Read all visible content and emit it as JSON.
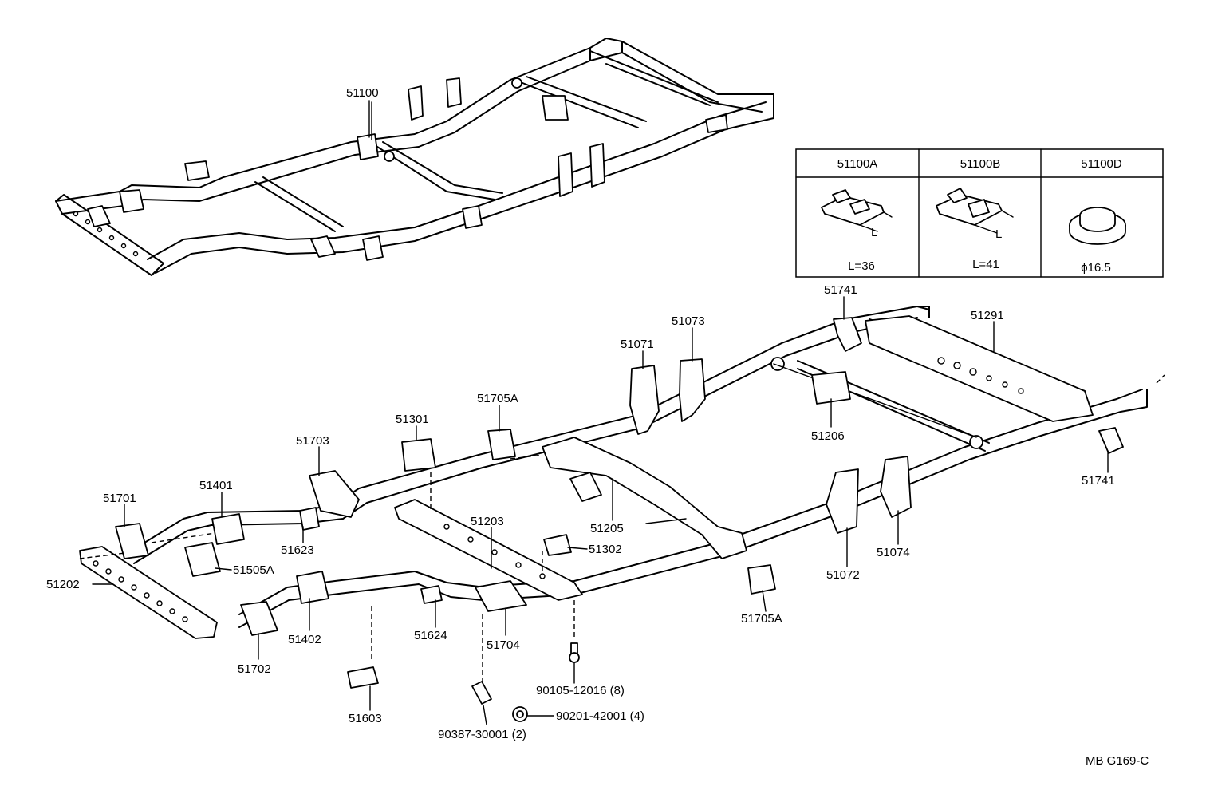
{
  "legend_table": {
    "headers": [
      "51100A",
      "51100B",
      "51100D"
    ],
    "values": [
      "L=36",
      "L=41",
      "ϕ16.5"
    ],
    "dim_a": "L",
    "dim_b": "L"
  },
  "labels": {
    "p51100": "51100",
    "p51741a": "51741",
    "p51291": "51291",
    "p51073": "51073",
    "p51071": "51071",
    "p51705a_top": "51705A",
    "p51301": "51301",
    "p51703": "51703",
    "p51206": "51206",
    "p51741b": "51741",
    "p51401": "51401",
    "p51701": "51701",
    "p51203": "51203",
    "p51205": "51205",
    "p51623": "51623",
    "p51302": "51302",
    "p51505a": "51505A",
    "p51202": "51202",
    "p51074": "51074",
    "p51072": "51072",
    "p51402": "51402",
    "p51624": "51624",
    "p51704": "51704",
    "p51705a_bot": "51705A",
    "p51702": "51702",
    "p90105": "90105-12016 (8)",
    "p51603": "51603",
    "p90201": "90201-42001 (4)",
    "p90387": "90387-30001 (2)"
  },
  "diagram_code": "MB G169-C"
}
